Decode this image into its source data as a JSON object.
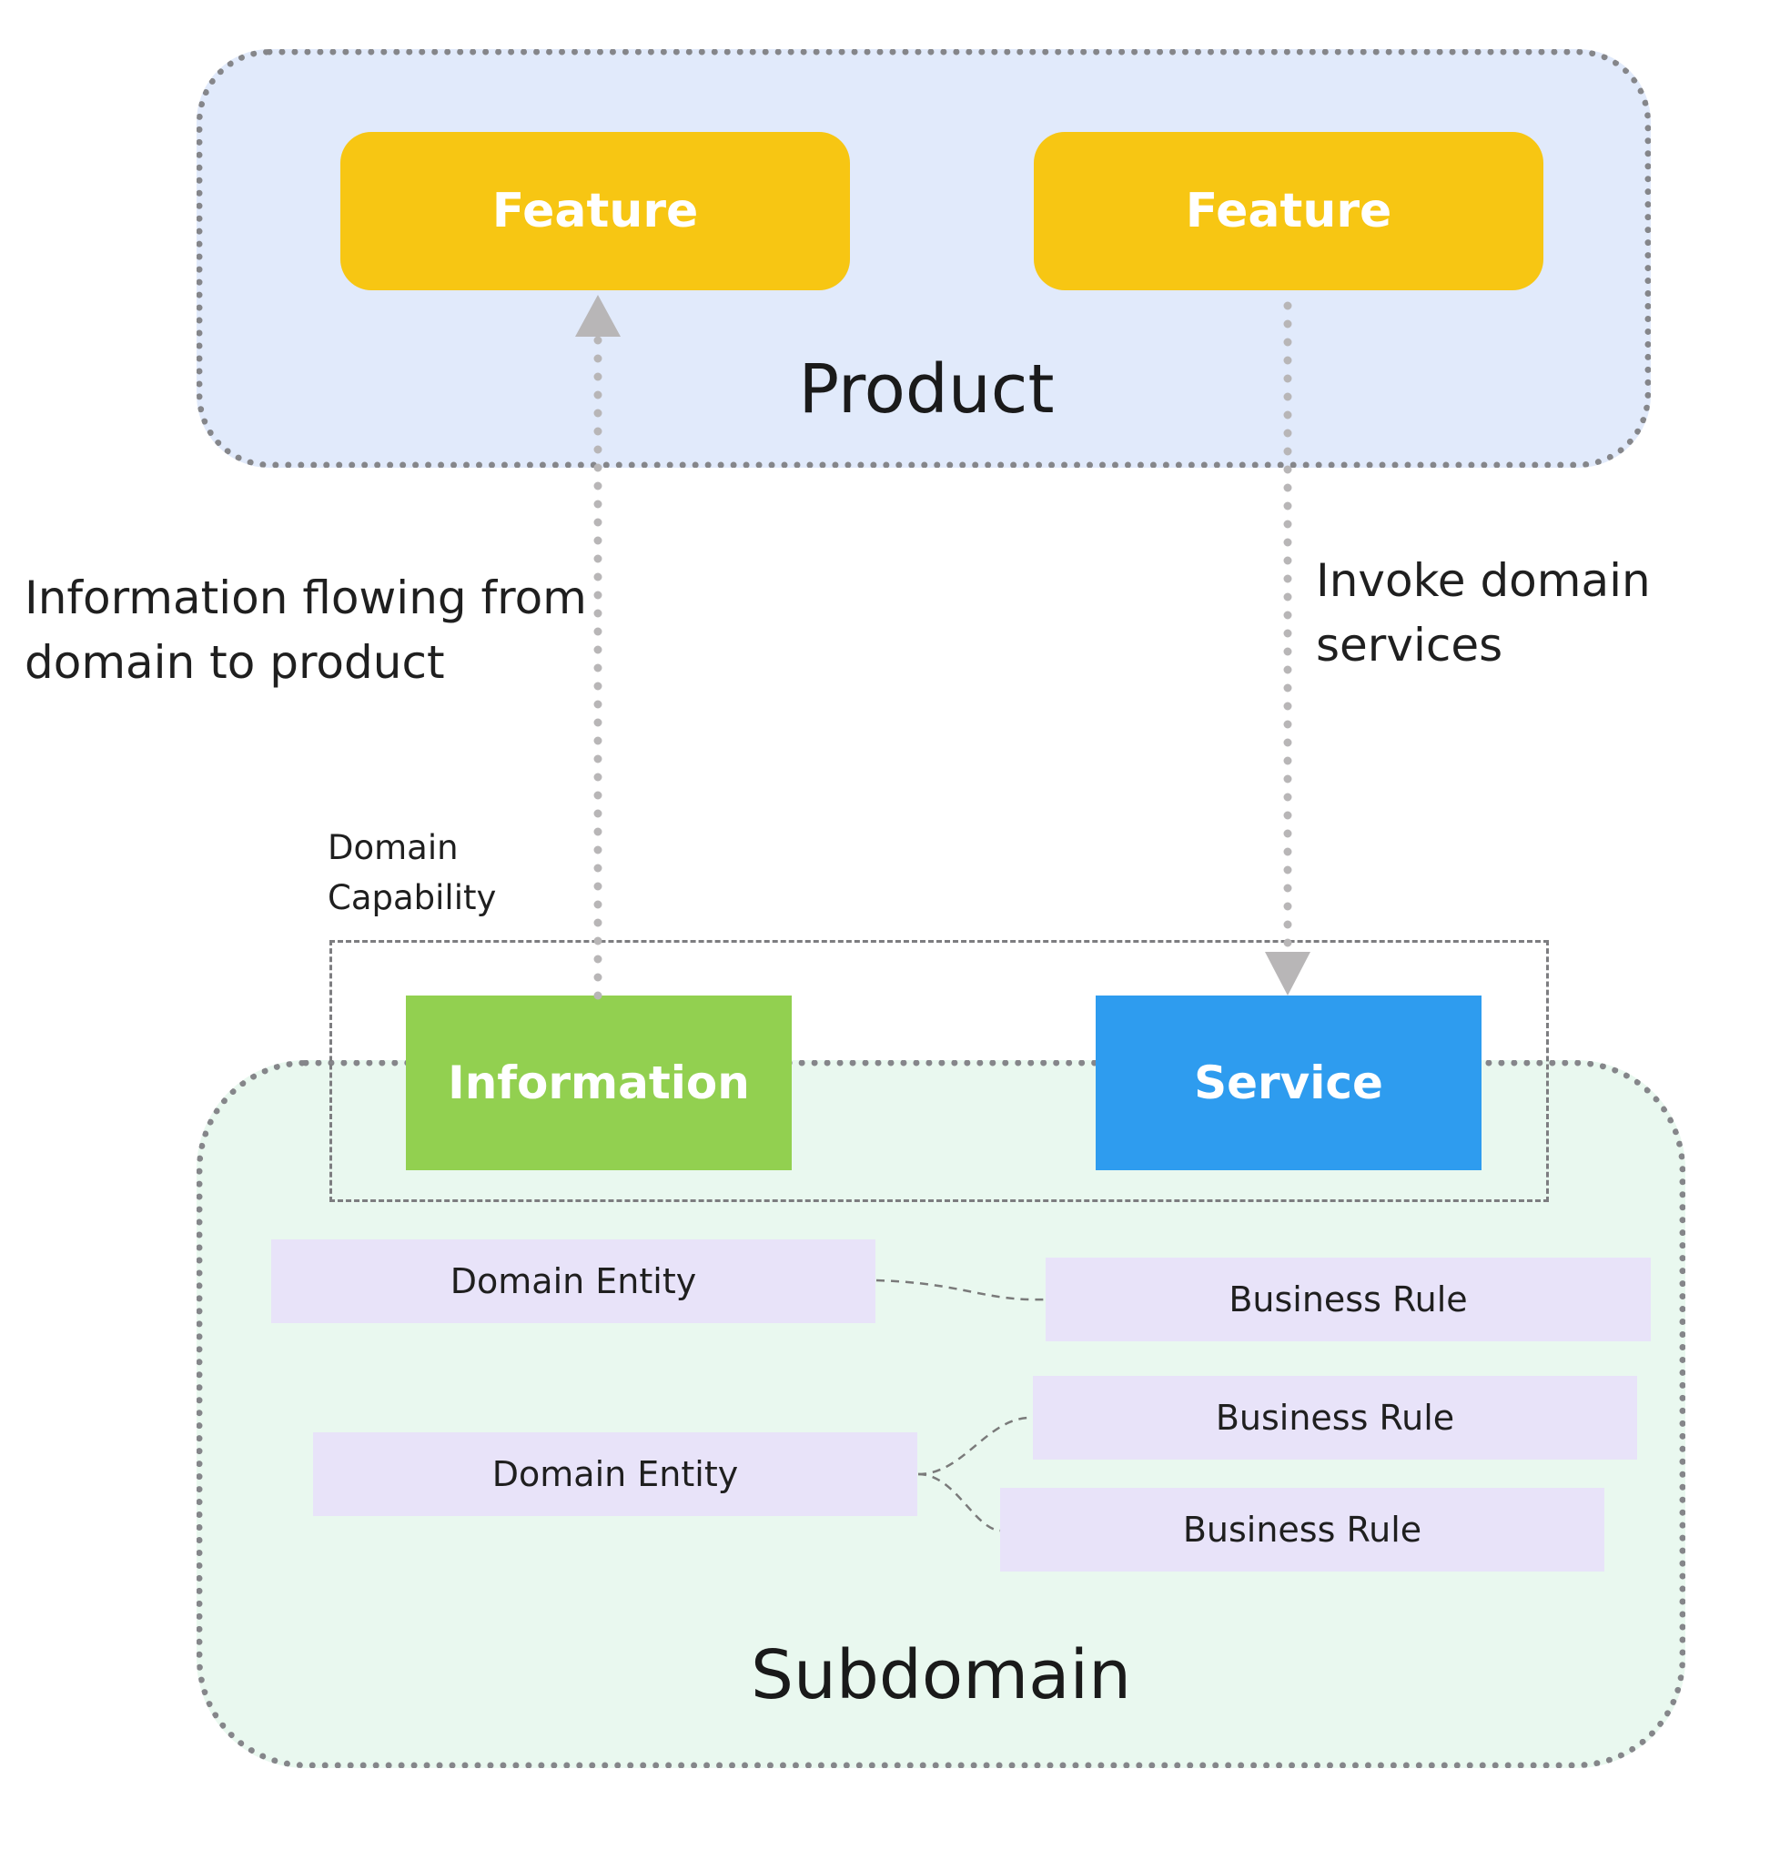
{
  "product": {
    "title": "Product",
    "features": [
      "Feature",
      "Feature"
    ]
  },
  "flows": {
    "left_caption_line1": "Information flowing from",
    "left_caption_line2": "domain to product",
    "right_caption_line1": "Invoke domain",
    "right_caption_line2": "services"
  },
  "capability": {
    "label_line1": "Domain",
    "label_line2": "Capability",
    "information": "Information",
    "service": "Service"
  },
  "subdomain": {
    "title": "Subdomain",
    "entities": [
      "Domain Entity",
      "Domain Entity"
    ],
    "rules": [
      "Business Rule",
      "Business Rule",
      "Business Rule"
    ]
  },
  "colors": {
    "product_bg": "#e1eafb",
    "subdomain_bg": "#e9f8ef",
    "feature": "#f7c613",
    "information": "#92d050",
    "service": "#2e9cef",
    "entity": "#e8e3f9",
    "arrow": "#b8b6b7"
  }
}
